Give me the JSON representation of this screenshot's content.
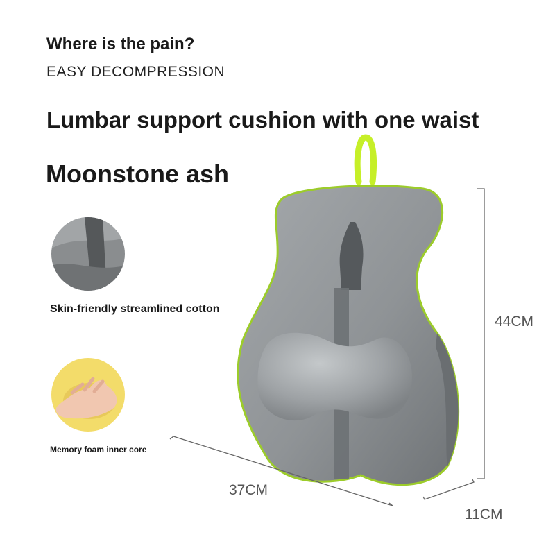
{
  "heading": {
    "question": "Where is the pain?",
    "subtitle": "EASY DECOMPRESSION",
    "headline": "Lumbar support cushion with one waist",
    "color_name": "Moonstone ash"
  },
  "features": [
    {
      "label": "Skin-friendly streamlined cotton",
      "icon": "fabric-swatch-icon"
    },
    {
      "label": "Memory foam inner core",
      "icon": "hand-press-foam-icon"
    }
  ],
  "dimensions": {
    "height": "44CM",
    "width": "37CM",
    "depth": "11CM"
  },
  "colors": {
    "cushion": "#8d9194",
    "piping": "#9ccc2a",
    "strap": "#c6ef28",
    "foam": "#f3dc6a"
  }
}
